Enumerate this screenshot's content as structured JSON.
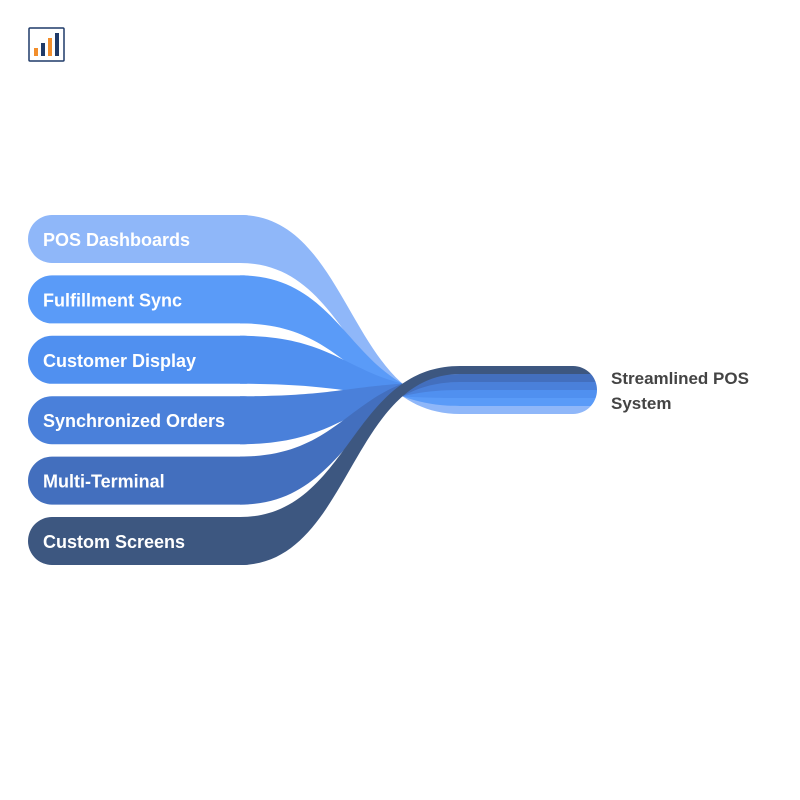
{
  "logo": {
    "icon": "bar-chart-logo-icon",
    "colors": [
      "#f28e2b",
      "#1f3a68"
    ]
  },
  "diagram": {
    "type": "sankey",
    "target": {
      "label_lines": [
        "Streamlined POS",
        "System"
      ]
    },
    "sources": [
      {
        "label": "POS Dashboards",
        "color": "#8fb7f9"
      },
      {
        "label": "Fulfillment Sync",
        "color": "#5a9bf8"
      },
      {
        "label": "Customer Display",
        "color": "#5090f0"
      },
      {
        "label": "Synchronized Orders",
        "color": "#4a80da"
      },
      {
        "label": "Multi-Terminal",
        "color": "#436fbe"
      },
      {
        "label": "Custom Screens",
        "color": "#3d5780"
      }
    ]
  }
}
